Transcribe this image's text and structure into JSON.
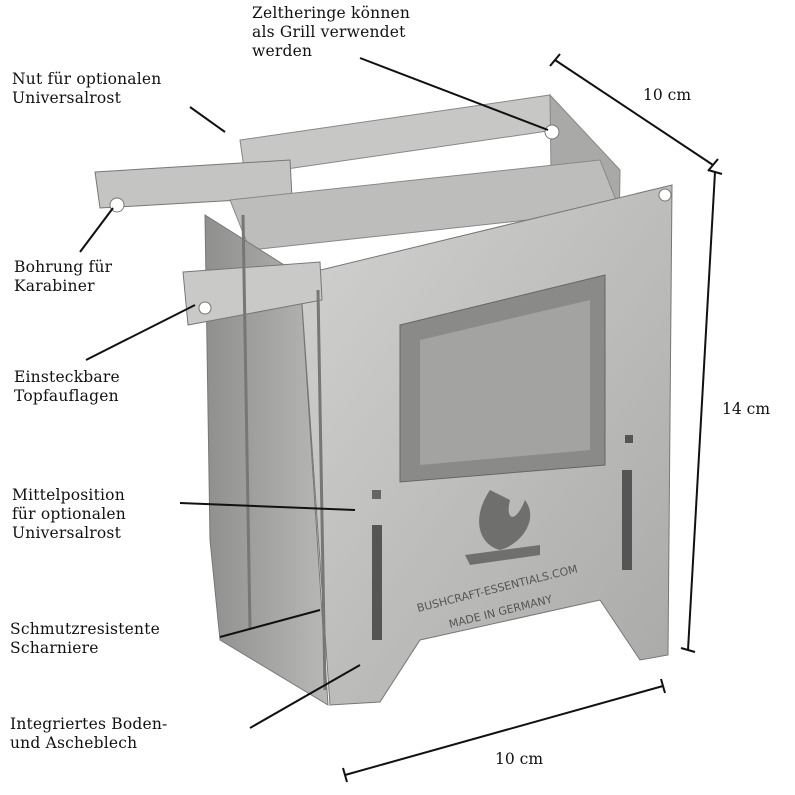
{
  "annotations": [
    {
      "id": "tent-pegs",
      "lines": [
        "Zeltheringe können",
        "als Grill verwendet",
        "werden"
      ]
    },
    {
      "id": "groove",
      "lines": [
        "Nut für optionalen",
        "Universalrost"
      ]
    },
    {
      "id": "hole",
      "lines": [
        "Bohrung für",
        "Karabiner"
      ]
    },
    {
      "id": "pot-supports",
      "lines": [
        "Einsteckbare",
        "Topfauflagen"
      ]
    },
    {
      "id": "middle-position",
      "lines": [
        "Mittelposition",
        "für optionalen",
        "Universalrost"
      ]
    },
    {
      "id": "hinges",
      "lines": [
        "Schmutzresistente",
        "Scharniere"
      ]
    },
    {
      "id": "bottom-plate",
      "lines": [
        "Integriertes Boden-",
        "und Ascheblech"
      ]
    }
  ],
  "dimensions": {
    "depth": "10 cm",
    "height": "14 cm",
    "width": "10 cm"
  },
  "engraving": {
    "line1": "BUSHCRAFT-ESSENTIALS.COM",
    "line2": "MADE IN GERMANY"
  },
  "colors": {
    "steel": "#b9b9b7",
    "steel_dark": "#8e8e8c",
    "text": "#111111"
  }
}
